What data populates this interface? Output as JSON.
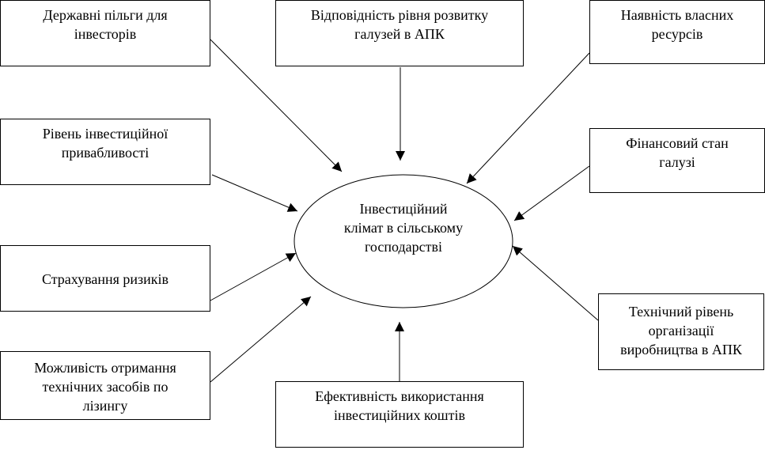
{
  "center": {
    "lines": [
      "Інвестиційний",
      "клімат в сільському",
      "господарстві"
    ]
  },
  "factors": [
    {
      "lines": [
        "Державні пільги для",
        "інвесторів"
      ]
    },
    {
      "lines": [
        "Відповідність рівня розвитку",
        "галузей в АПК"
      ]
    },
    {
      "lines": [
        "Наявність власних",
        "ресурсів"
      ]
    },
    {
      "lines": [
        "Рівень інвестиційної",
        "привабливості"
      ]
    },
    {
      "lines": [
        "Фінансовий стан",
        "галузі"
      ]
    },
    {
      "lines": [
        "Страхування ризиків"
      ]
    },
    {
      "lines": [
        "Технічний рівень",
        "організації",
        "виробництва в АПК"
      ]
    },
    {
      "lines": [
        "Можливість отримання",
        "технічних засобів по",
        "лізингу"
      ]
    },
    {
      "lines": [
        "Ефективність використання",
        "інвестиційних коштів"
      ]
    }
  ]
}
